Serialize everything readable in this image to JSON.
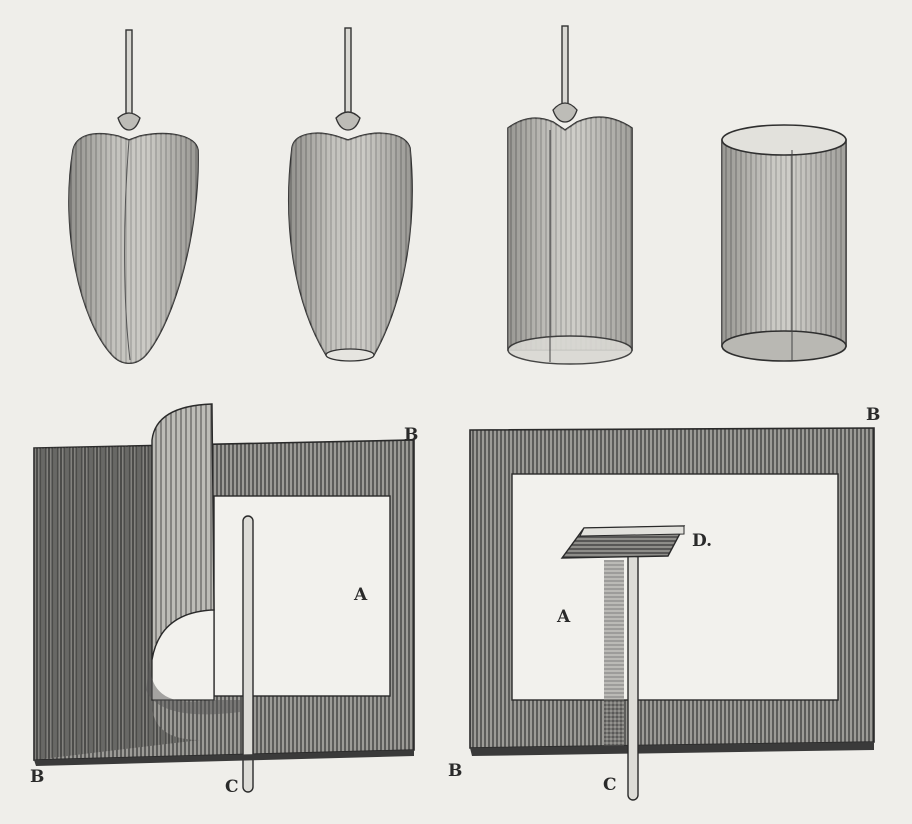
{
  "labels": {
    "left_frame": {
      "A": "A",
      "B_top": "B",
      "B_bottom": "B",
      "C": "C"
    },
    "right_frame": {
      "A": "A",
      "B_top": "B",
      "B_bottom": "B",
      "C": "C",
      "D": "D."
    }
  }
}
